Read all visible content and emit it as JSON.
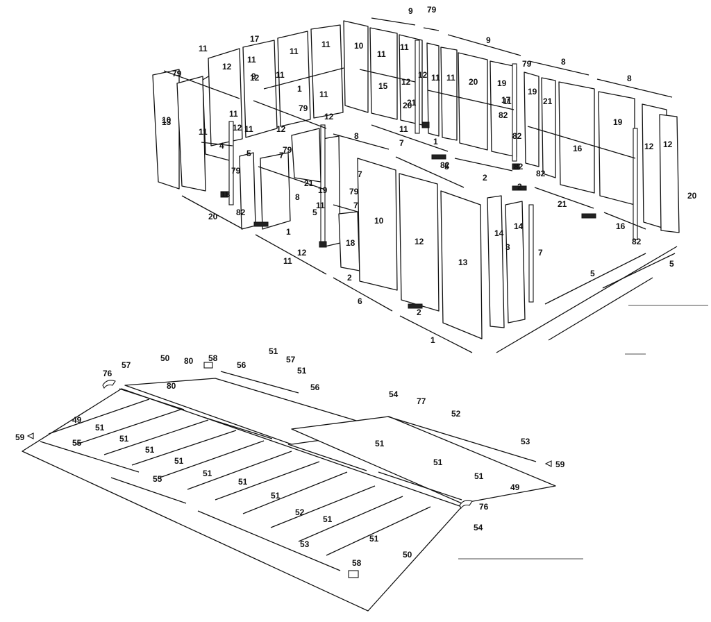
{
  "diagram": {
    "wall_labels": [
      "9",
      "79",
      "9",
      "8",
      "8",
      "79",
      "17",
      "11",
      "11",
      "11",
      "10",
      "11",
      "11",
      "11",
      "79",
      "12",
      "12",
      "11",
      "11",
      "12",
      "12",
      "11",
      "11",
      "20",
      "19",
      "20",
      "15",
      "17",
      "9",
      "1",
      "79",
      "12",
      "12",
      "11",
      "11",
      "11",
      "16",
      "10",
      "13",
      "12",
      "12",
      "19",
      "21",
      "21",
      "82",
      "82",
      "11",
      "1",
      "79",
      "12",
      "21",
      "4",
      "7",
      "5",
      "7",
      "82",
      "82",
      "18",
      "20",
      "11",
      "19",
      "79",
      "19",
      "8",
      "5",
      "8",
      "7",
      "5",
      "2",
      "2",
      "82",
      "82",
      "21",
      "16",
      "79",
      "7",
      "11",
      "11",
      "10",
      "12",
      "13",
      "14",
      "14",
      "7",
      "82",
      "20",
      "12",
      "18",
      "1",
      "3",
      "5",
      "5",
      "2",
      "6",
      "2",
      "1"
    ],
    "floor_labels": [
      "58",
      "56",
      "51",
      "57",
      "80",
      "51",
      "50",
      "76",
      "57",
      "80",
      "56",
      "54",
      "77",
      "52",
      "53",
      "59",
      "59",
      "49",
      "55",
      "55",
      "51",
      "51",
      "51",
      "51",
      "51",
      "51",
      "51",
      "51",
      "51",
      "51",
      "51",
      "51",
      "49",
      "52",
      "53",
      "50",
      "58",
      "54",
      "76"
    ]
  }
}
